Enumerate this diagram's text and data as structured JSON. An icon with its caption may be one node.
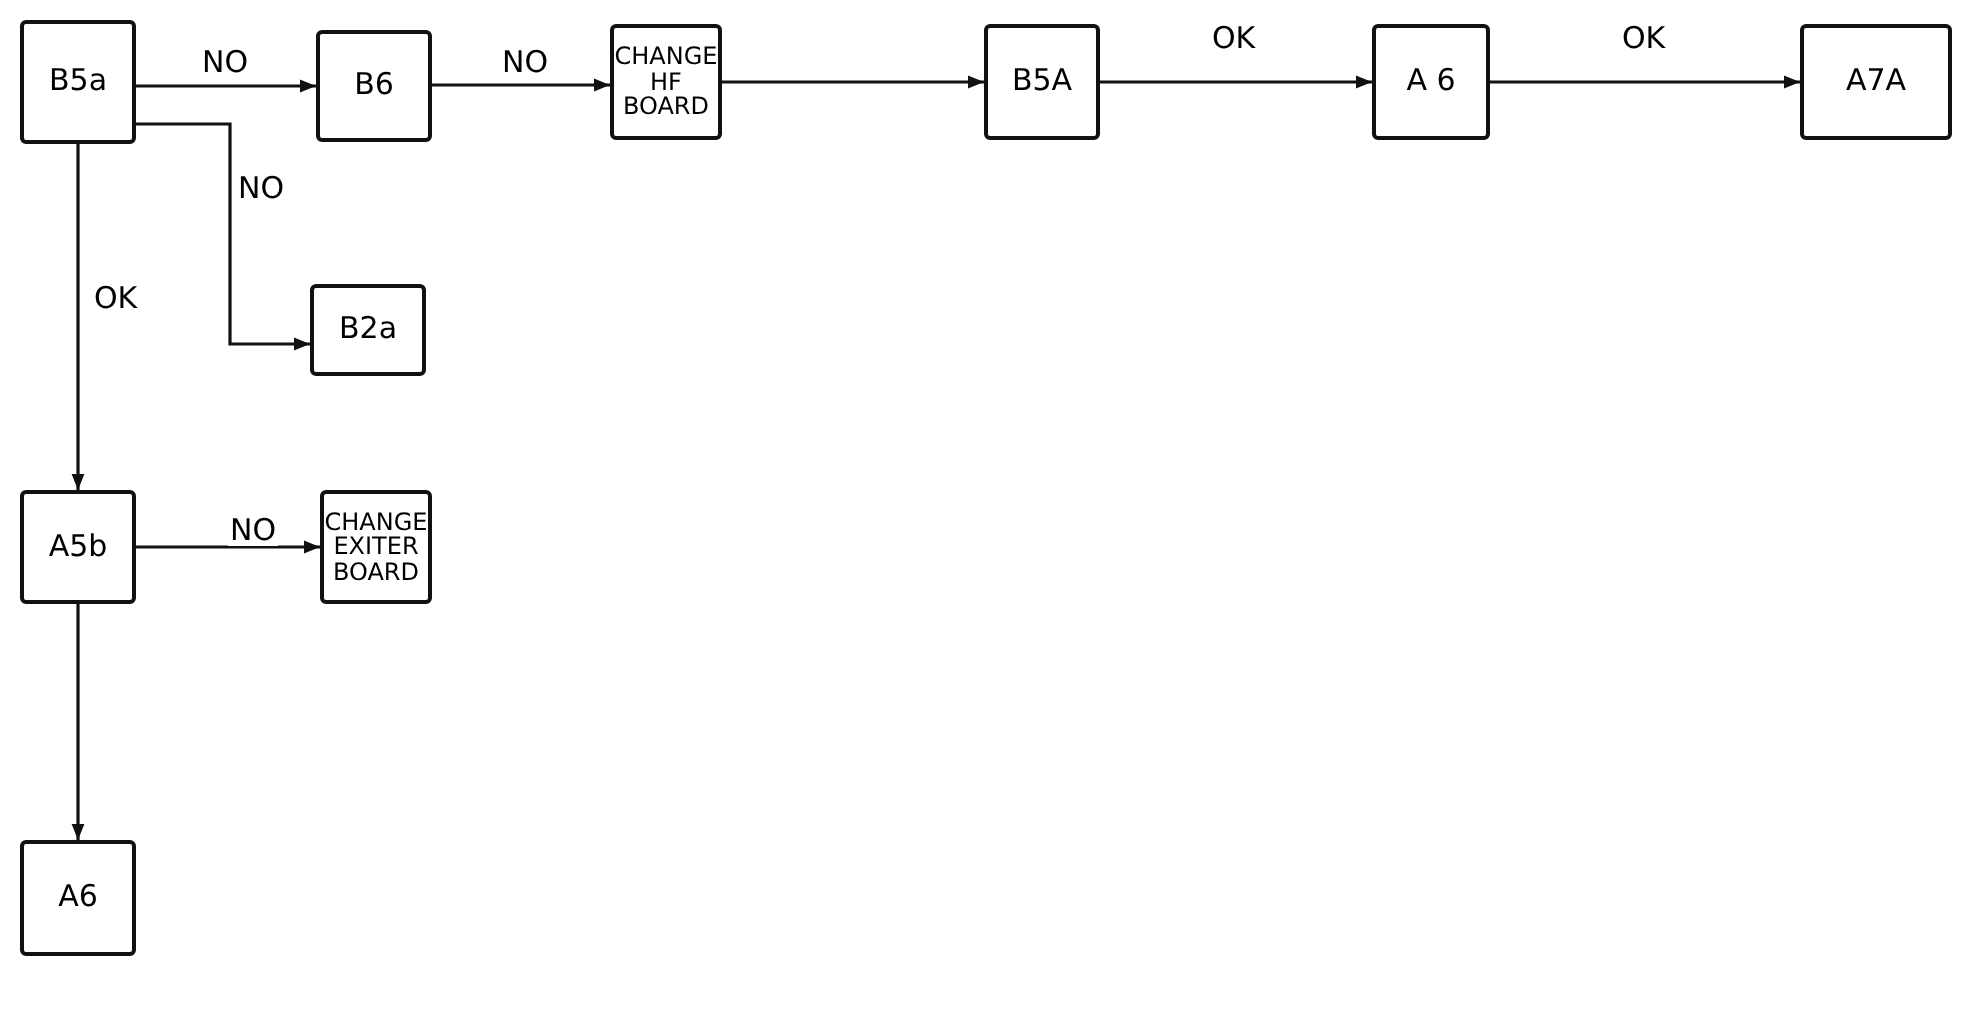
{
  "diagram": {
    "nodes": [
      {
        "text": [
          "B5a"
        ]
      },
      {
        "text": [
          "B6"
        ]
      },
      {
        "text": [
          "CHANGE HF BOARD"
        ]
      },
      {
        "text": [
          "B5A"
        ]
      },
      {
        "text": [
          "A 6"
        ]
      },
      {
        "text": [
          "A7A"
        ]
      },
      {
        "text": [
          "B2a"
        ]
      },
      {
        "text": [
          "A5b"
        ]
      },
      {
        "text": [
          "CHANGE EXITER BOARD"
        ]
      },
      {
        "text": [
          "A6"
        ]
      }
    ],
    "edges": [
      {
        "from": 0,
        "to": 1,
        "arrow": "to",
        "label": "NO"
      },
      {
        "from": 1,
        "to": 2,
        "arrow": "to",
        "label": "NO"
      },
      {
        "from": 2,
        "to": 3,
        "arrow": "to"
      },
      {
        "from": 3,
        "to": 4,
        "arrow": "to",
        "label": "OK"
      },
      {
        "from": 4,
        "to": 5,
        "arrow": "to",
        "label": "OK"
      },
      {
        "from": 0,
        "to": 6,
        "arrow": "to",
        "label": "NO"
      },
      {
        "from": 0,
        "to": 7,
        "arrow": "to",
        "label": "OK"
      },
      {
        "from": 7,
        "to": 8,
        "arrow": "to",
        "label": "NO"
      },
      {
        "from": 7,
        "to": 9,
        "arrow": "to"
      }
    ]
  }
}
